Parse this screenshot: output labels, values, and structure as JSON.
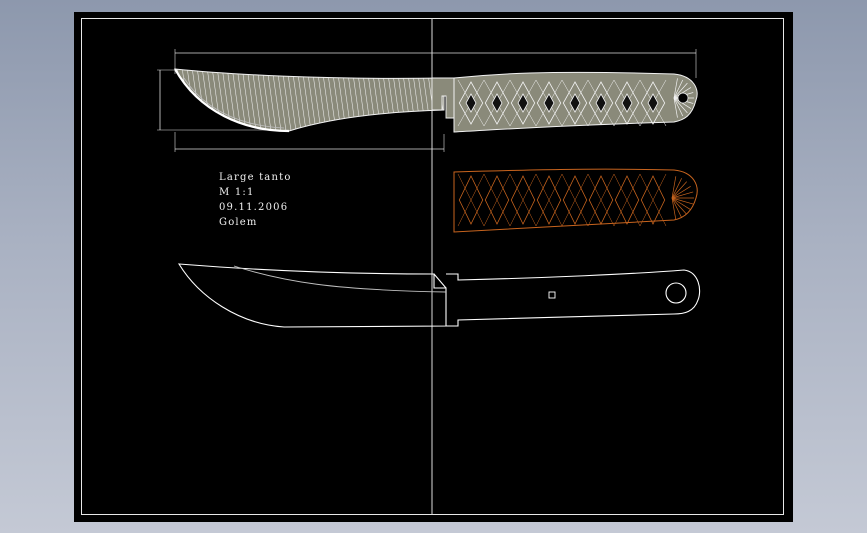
{
  "title_block": {
    "name": "Large tanto",
    "scale": "M 1:1",
    "date": "09.11.2006",
    "author": "Golem"
  },
  "dimensions": {
    "overall_length": "",
    "blade_length": "",
    "blade_height": ""
  },
  "colors": {
    "background": "#000000",
    "frame": "#e8e8e8",
    "shaded_fill": "#8a8a7a",
    "orange_outline": "#c8641e",
    "line": "#ffffff"
  },
  "handle": {
    "wrap_diamonds": 8
  }
}
